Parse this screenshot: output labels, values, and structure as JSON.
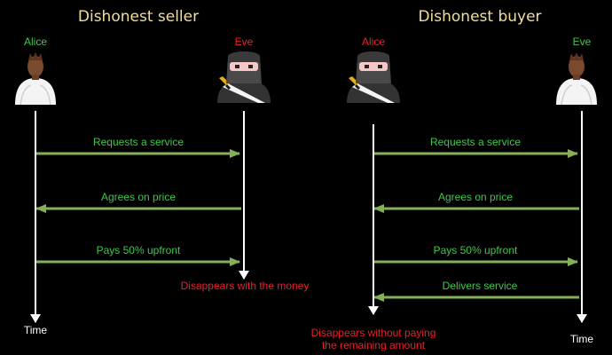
{
  "colors": {
    "background": "#000000",
    "title": "#f2dd9c",
    "honest": "#3cc84a",
    "dishonest": "#e8202a",
    "arrow": "#86b057",
    "lifeline": "#ffffff",
    "note": "#e8202a"
  },
  "icons": {
    "honest_party": "person-icon",
    "dishonest_party": "ninja-icon"
  },
  "scenarios": [
    {
      "title": "Dishonest seller",
      "actors": [
        {
          "name": "Alice",
          "role": "honest"
        },
        {
          "name": "Eve",
          "role": "dishonest"
        }
      ],
      "messages": [
        {
          "label": "Requests a service",
          "direction": "right"
        },
        {
          "label": "Agrees on price",
          "direction": "left"
        },
        {
          "label": "Pays 50% upfront",
          "direction": "right"
        }
      ],
      "outcome": [
        "Disappears with the money"
      ],
      "time_label": "Time"
    },
    {
      "title": "Dishonest buyer",
      "actors": [
        {
          "name": "Alice",
          "role": "dishonest"
        },
        {
          "name": "Eve",
          "role": "honest"
        }
      ],
      "messages": [
        {
          "label": "Requests a service",
          "direction": "right"
        },
        {
          "label": "Agrees on price",
          "direction": "left"
        },
        {
          "label": "Pays 50% upfront",
          "direction": "right"
        },
        {
          "label": "Delivers service",
          "direction": "left"
        }
      ],
      "outcome": [
        "Disappears without paying",
        "the remaining amount"
      ],
      "time_label": "Time"
    }
  ]
}
